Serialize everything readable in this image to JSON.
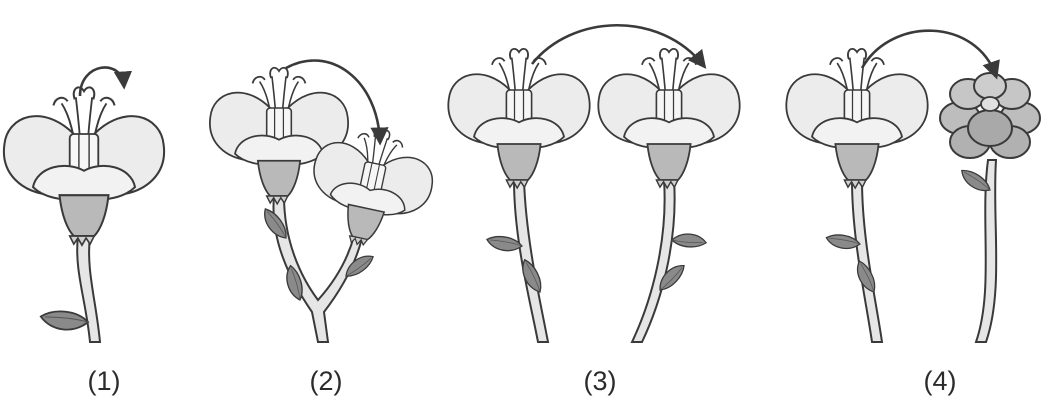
{
  "panels": [
    {
      "label": "(1)"
    },
    {
      "label": "(2)"
    },
    {
      "label": "(3)"
    },
    {
      "label": "(4)"
    }
  ],
  "colors": {
    "ink": "#3a3a3a",
    "petal": "#ececec",
    "petal_dark": "#d4d4d4",
    "sepal": "#b9b9b9",
    "leaf": "#8a8a8a",
    "stem": "#e6e6e6",
    "flower4": "#bdbdbd",
    "background": "#ffffff"
  }
}
